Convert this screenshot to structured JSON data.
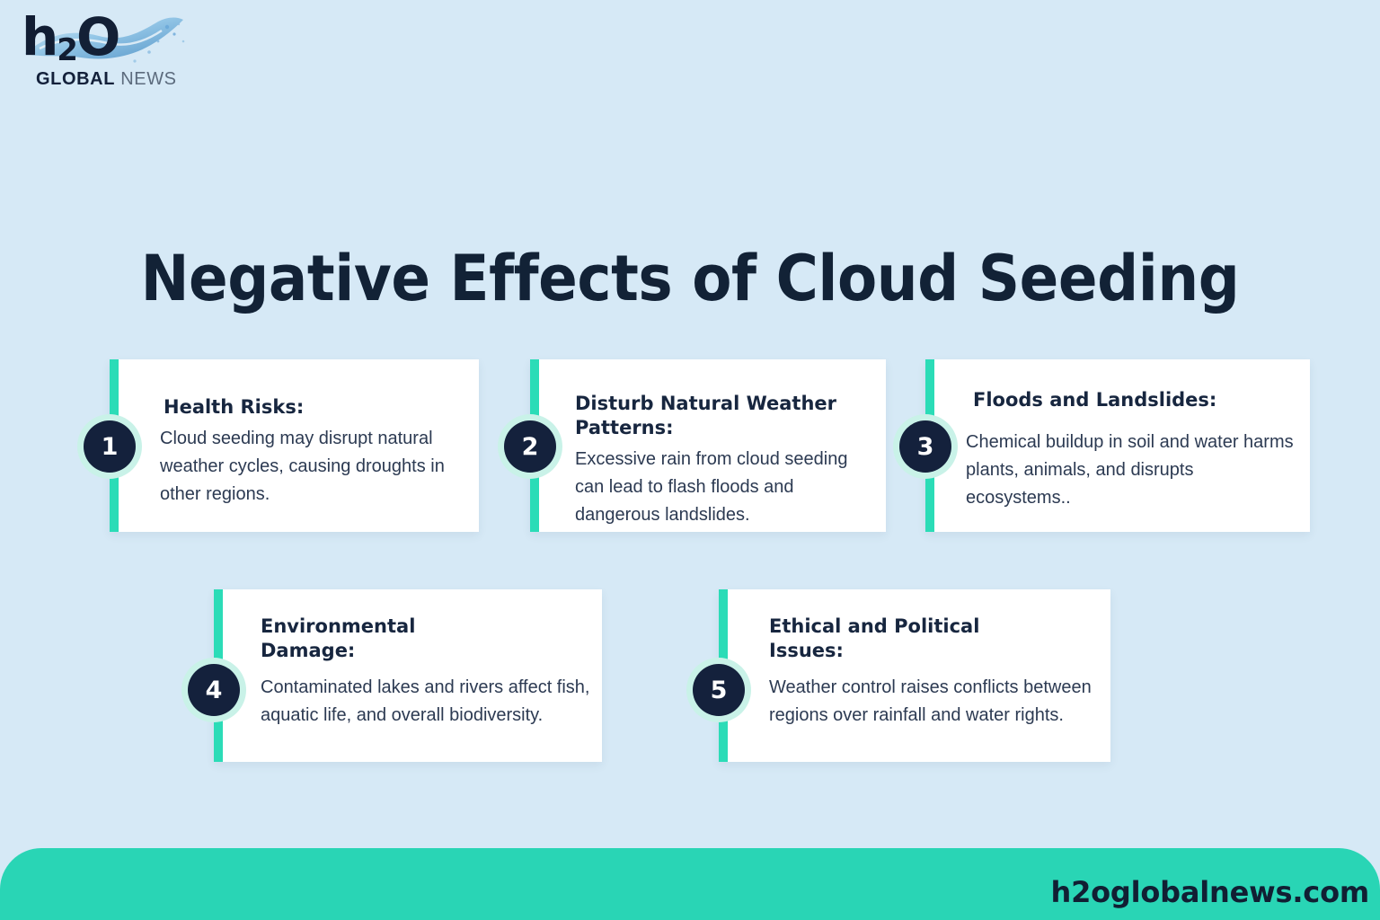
{
  "brand": {
    "logo_primary": "h2o",
    "logo_h": "h",
    "logo_2": "2",
    "logo_o": "O",
    "wordmark_bold": "GLOBAL",
    "wordmark_light": "NEWS"
  },
  "header": {
    "title": "Negative Effects of Cloud Seeding"
  },
  "colors": {
    "background": "#d6e9f6",
    "accent_green": "#2bdcb7",
    "footer_green": "#29d5b5",
    "badge_navy": "#14213c",
    "badge_halo": "#c9f2e8",
    "heading_navy": "#17263f",
    "body_text": "#2c3a52",
    "title_navy": "#122236",
    "card_white": "#ffffff"
  },
  "cards": [
    {
      "number": "1",
      "heading": "Health Risks:",
      "text": "Cloud seeding may disrupt natural weather cycles, causing droughts in other regions."
    },
    {
      "number": "2",
      "heading": "Disturb Natural Weather\nPatterns:",
      "text": "Excessive rain from cloud seeding can lead to flash floods and dangerous landslides."
    },
    {
      "number": "3",
      "heading": "Floods and Landslides:",
      "text": "Chemical buildup in soil and water harms plants, animals, and disrupts ecosystems.."
    },
    {
      "number": "4",
      "heading": "Environmental\nDamage:",
      "text": "Contaminated lakes and rivers affect fish, aquatic life, and overall biodiversity."
    },
    {
      "number": "5",
      "heading": "Ethical and Political\nIssues:",
      "text": "Weather control raises conflicts between regions over rainfall and water rights."
    }
  ],
  "footer": {
    "url": "h2oglobalnews.com"
  }
}
